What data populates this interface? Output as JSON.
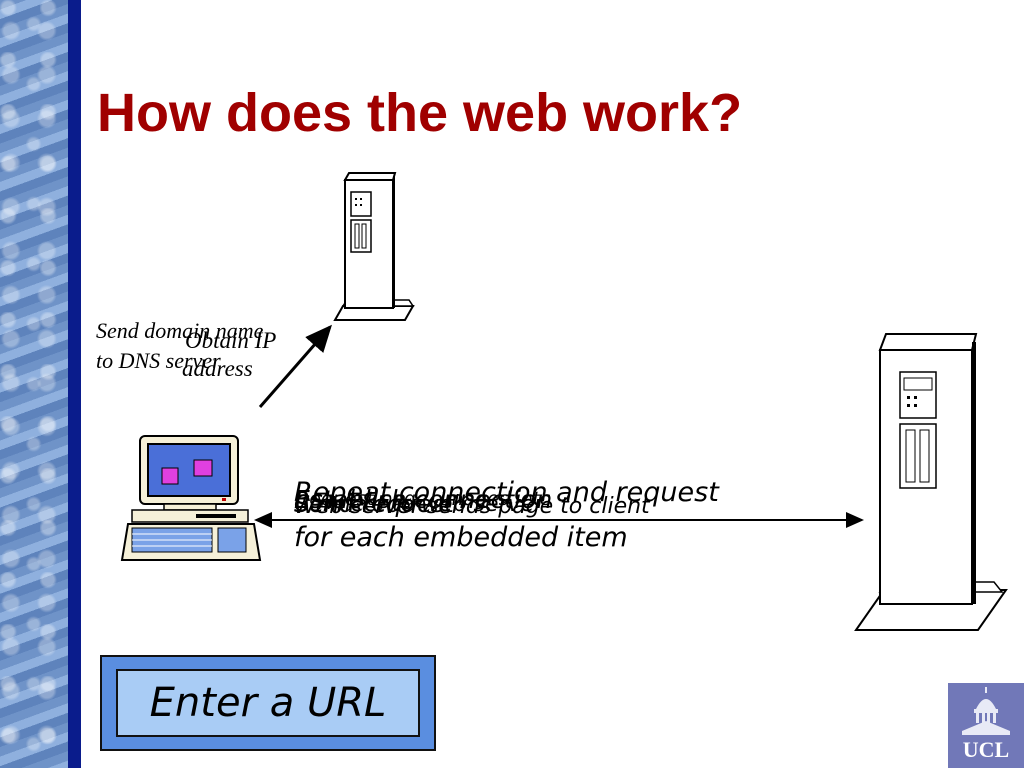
{
  "slide": {
    "title": "How does the web work?",
    "dns_send_line1": "Send domain name",
    "dns_send_line2": "to DNS server",
    "obtain_ip_line1": "Obtain IP",
    "obtain_ip_line2": "address",
    "overlap_texts": [
      "Repeat connection and request",
      "Request page, images, etc",
      "Establish connection",
      "Send request",
      "Web server sends page to client",
      "Connect to web server"
    ],
    "repeat_line2": "for each embedded item",
    "url_button_label": "Enter a URL",
    "logo_text": "UCL"
  },
  "colors": {
    "title": "#a00000",
    "sidebar_rule": "#0a1c8c",
    "url_outer": "#5a8ee0",
    "url_inner": "#a9ccf5",
    "logo": "#7178b8",
    "monitor_screen": "#4a6fd8",
    "window_pink": "#e040e0"
  }
}
